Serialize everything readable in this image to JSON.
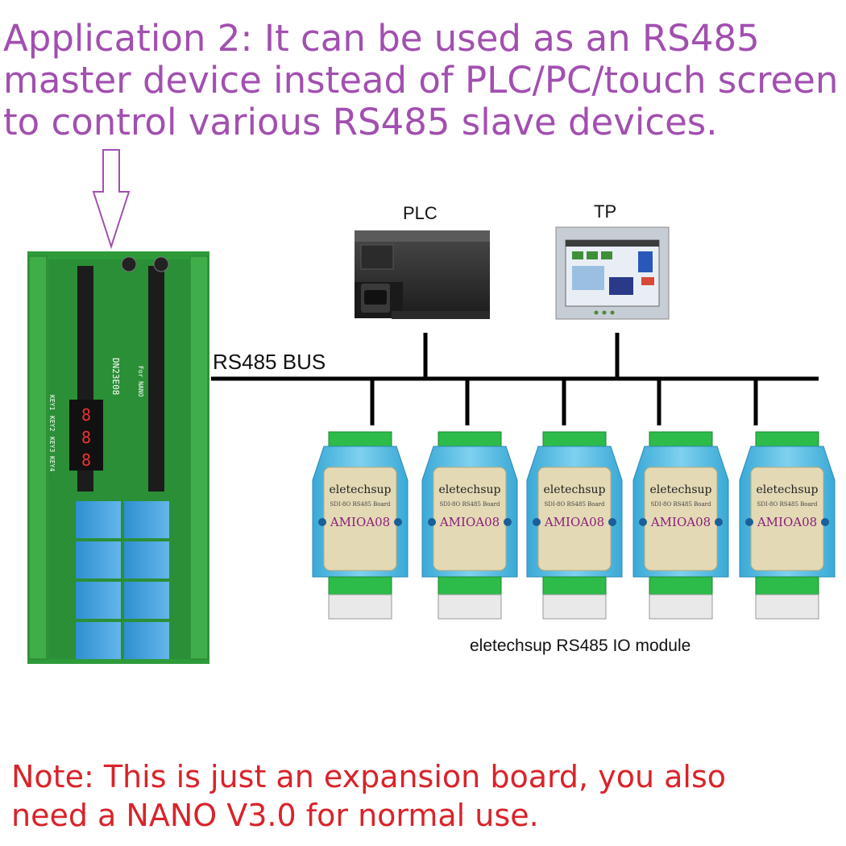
{
  "headline": {
    "lines": [
      "Application 2: It can be used as an RS485",
      "master device instead of PLC/PC/touch screen",
      "to control various RS485 slave devices."
    ]
  },
  "labels": {
    "bus": "RS485 BUS",
    "plc": "PLC",
    "tp": "TP",
    "modules_caption": "eletechsup RS485 IO module"
  },
  "board": {
    "model": "DN23E08",
    "socket": "For NANO",
    "keys": [
      "KEY1",
      "KEY2",
      "KEY3",
      "KEY4"
    ]
  },
  "module": {
    "brand": "eletechsup",
    "subtitle": "SDI-8O RS485 Board",
    "model": "AMIOA08",
    "count": 5
  },
  "note": {
    "lines": [
      "Note: This is just an expansion board, you also",
      "need a NANO V3.0 for normal use."
    ]
  },
  "colors": {
    "headline": "#a24fb0",
    "note": "#d9232a",
    "board_green": "#2e9b3a",
    "module_blue": "#4fb7de"
  }
}
